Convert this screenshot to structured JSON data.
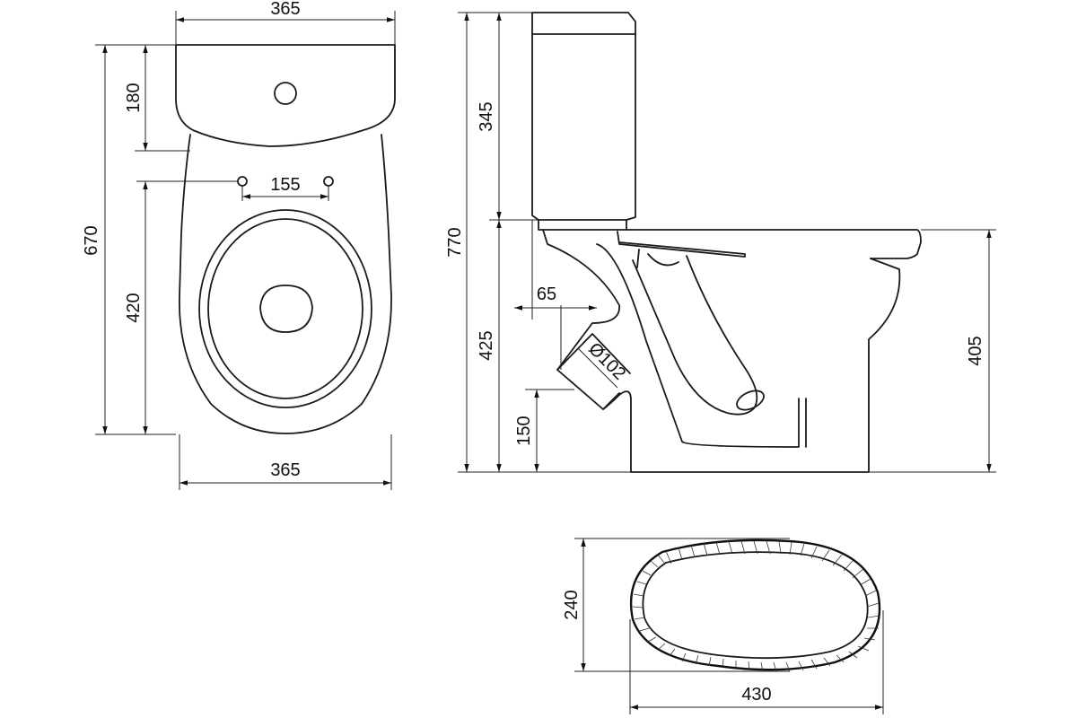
{
  "drawing": {
    "colors": {
      "line": "#1a1a1a",
      "background": "#ffffff"
    },
    "top_view": {
      "width_top": "365",
      "tank_depth": "180",
      "total_length": "670",
      "fixing_holes_spacing": "155",
      "bowl_length": "420",
      "width_bottom": "365"
    },
    "side_view": {
      "total_height": "770",
      "tank_height": "345",
      "outlet_offset": "65",
      "outlet_diameter": "Ø102",
      "base_height": "425",
      "outlet_height": "150",
      "rim_height": "405"
    },
    "base_view": {
      "depth": "240",
      "length": "430"
    }
  }
}
